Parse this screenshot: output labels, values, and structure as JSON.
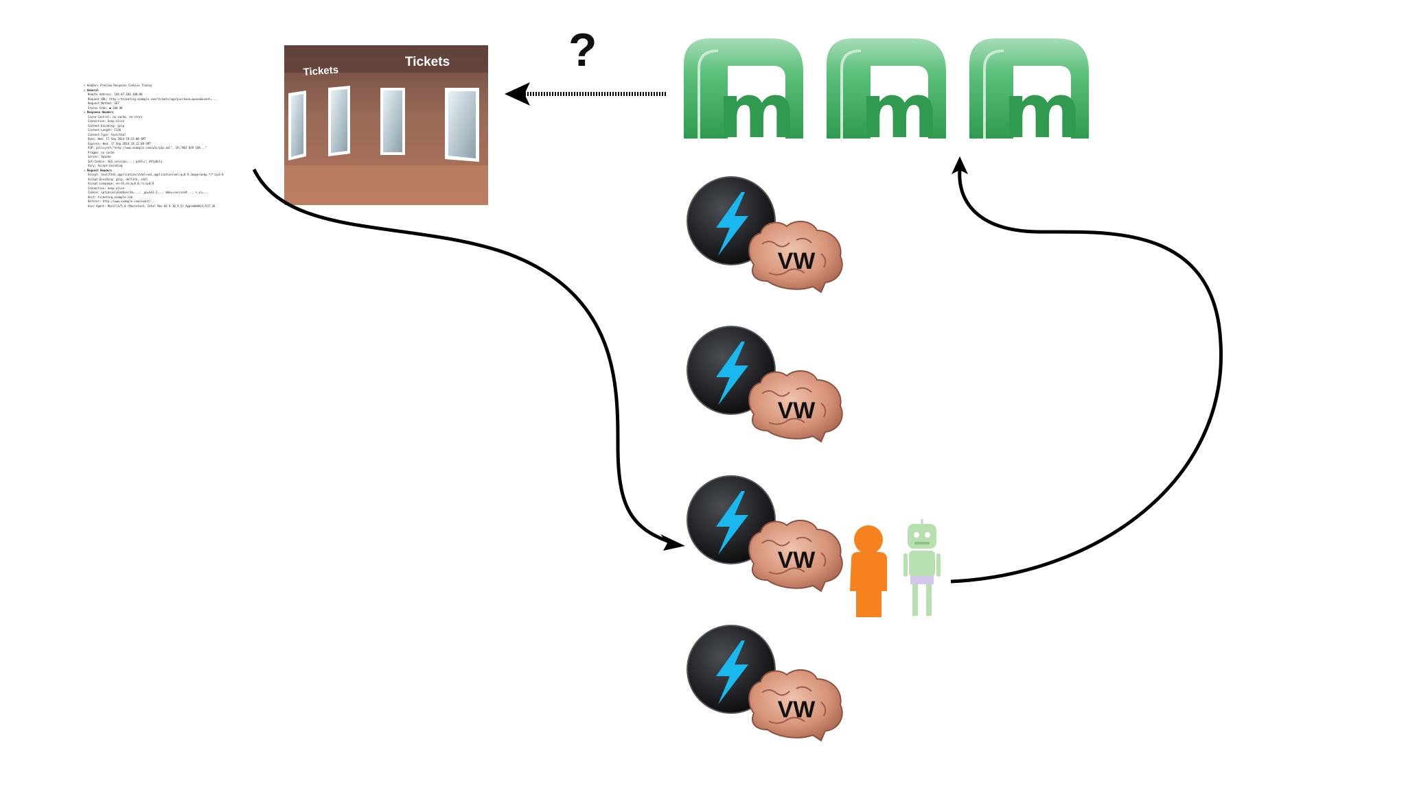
{
  "question_mark": "?",
  "request_headers_text": {
    "toolbar": "× Headers Preview Response Cookies Timing",
    "sections": [
      {
        "title": "▾ General",
        "lines": [
          "Remote Address: 104.87.184.180:80",
          "Request URL: http://ticketing.example.com/tickets/app?purchase=queue&event=...",
          "Request Method: GET",
          "Status Code: ● 200 OK"
        ]
      },
      {
        "title": "▾ Response Headers",
        "lines": [
          "Cache-Control: no-cache, no-store",
          "Connection: keep-alive",
          "Content-Encoding: gzip",
          "Content-Length: 1136",
          "Content-Type: text/html",
          "Date: Wed, 17 Sep 2014 19:12:08 GMT",
          "Expires: Wed, 17 Sep 2014 19:12:08 GMT",
          "P3P: policyref=\"http://www.example.com/w3c/p3p.xml\", CP=\"NOI DSP COR...\"",
          "Pragma: no-cache",
          "Server: Apache",
          "Set-Cookie: SES_session=...; path=/; HttpOnly",
          "Vary: Accept-Encoding"
        ]
      },
      {
        "title": "▾ Request Headers",
        "lines": [
          "Accept: text/html,application/xhtml+xml,application/xml;q=0.9,image/webp,*/*;q=0.8",
          "Accept-Encoding: gzip, deflate, sdch",
          "Accept-Language: en-US,en;q=0.8,ru;q=0.6",
          "Connection: keep-alive",
          "Cookie: optimizelyEndUserId=...; _ga=GA1.2...; mbox=session#...; s_vi=...",
          "Host: ticketing.example.com",
          "Referer: http://www.example.com/event/...",
          "User-Agent: Mozilla/5.0 (Macintosh; Intel Mac OS X 10_9_5) AppleWebKit/537.36"
        ]
      }
    ]
  },
  "ticket_photo": {
    "sign_left": "Tickets",
    "sign_right": "Tickets"
  },
  "logo_letters": [
    "m",
    "m",
    "m"
  ],
  "workers": [
    {
      "label": "VW"
    },
    {
      "label": "VW"
    },
    {
      "label": "VW"
    },
    {
      "label": "VW"
    }
  ],
  "colors": {
    "logo_green_dark": "#2f9a50",
    "logo_green_light": "#8fd3a4",
    "bolt_blue": "#19b9f0",
    "person_orange": "#f5821f",
    "robot_green": "#b8dfb0",
    "arrow": "#000000"
  },
  "icons": {
    "bolt": "lightning-bolt-icon",
    "brain": "brain-icon",
    "person": "person-icon",
    "robot": "robot-icon"
  }
}
